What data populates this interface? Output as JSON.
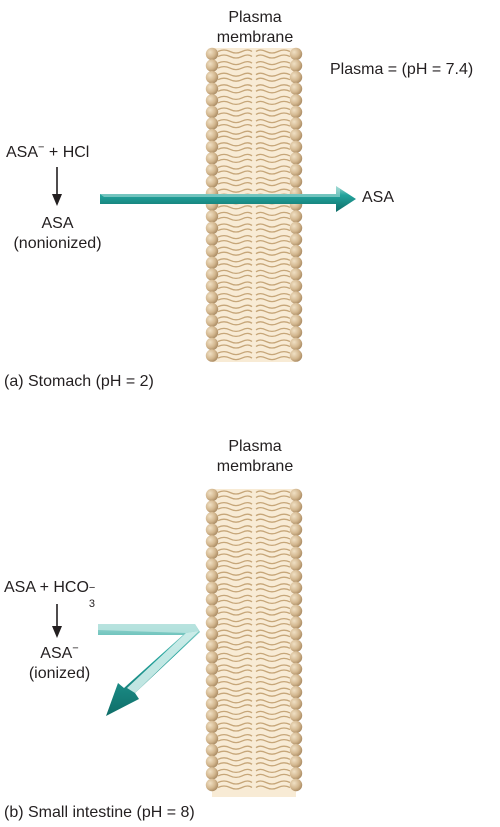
{
  "panel_a": {
    "membrane_label_line1": "Plasma",
    "membrane_label_line2": "membrane",
    "plasma_label": "Plasma = (pH = 7.4)",
    "reactant": "ASA",
    "reactant_charge": "−",
    "reactant_plus": " + HCl",
    "product": "ASA",
    "product_state": "(nonionized)",
    "crossed_label": "ASA",
    "caption": "(a) Stomach (pH = 2)"
  },
  "panel_b": {
    "membrane_label_line1": "Plasma",
    "membrane_label_line2": "membrane",
    "reactant": "ASA + HCO",
    "reactant_sub": "3",
    "reactant_charge": "−",
    "product": "ASA",
    "product_charge": "−",
    "product_state": "(ionized)",
    "caption": "(b) Small intestine (pH = 8)"
  },
  "colors": {
    "membrane_fill": "#f7e9d2",
    "head": "#d1b48c",
    "tail": "#c9ab80",
    "arrow": "#1f9b95",
    "arrow_dark": "#137670",
    "arrow_light": "#a9dcd7"
  }
}
